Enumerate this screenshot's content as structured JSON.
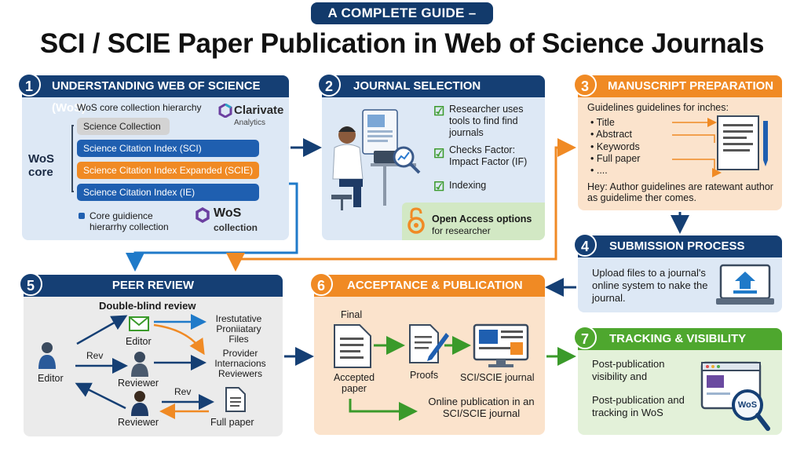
{
  "header": {
    "badge": "A COMPLETE GUIDE –",
    "title": "SCI / SCIE Paper Publication in Web of Science Journals"
  },
  "step1": {
    "number": "1",
    "title": "UNDERSTANDING WEB OF SCIENCE (WoS)",
    "hierarchy_label": "WoS core collection hierarchy",
    "core_label": "WoS core",
    "items": [
      "Science Collection",
      "Science Citation Index (SCI)",
      "Science Citation Index Expanded (SCIE)",
      "Science Citation Index (IE)"
    ],
    "legend": "Core guidience hierarrhy collection",
    "clarivate_name": "Clarivate",
    "clarivate_sub": "Analytics",
    "wos_logo": "WoS",
    "wos_logo_sub": "collection"
  },
  "step2": {
    "number": "2",
    "title": "JOURNAL SELECTION",
    "checks": [
      "Researcher uses tools to find find journals",
      "Checks Factor: Impact Factor (IF)",
      "Indexing"
    ],
    "open_access_title": "Open Access options",
    "open_access_sub": "for researcher"
  },
  "step3": {
    "number": "3",
    "title": "MANUSCRIPT PREPARATION",
    "intro": "Guidelines guidelines for inches:",
    "items": [
      "• Title",
      "• Abstract",
      "• Keywords",
      "• Full paper",
      "• ...."
    ],
    "note": "Hey: Author guidelines are ratewant author as guidelime ther comes."
  },
  "step4": {
    "number": "4",
    "title": "SUBMISSION PROCESS",
    "text": "Upload files to a journal's online system to nake the journal."
  },
  "step5": {
    "number": "5",
    "title": "PEER REVIEW",
    "subtitle": "Double-blind review",
    "editor_left": "Editor",
    "editor_top": "Editor",
    "reviewer_mid": "Reviewer",
    "reviewer_bottom": "Reviewer",
    "rev1": "Rev",
    "rev2": "Rev",
    "files": "Irestutative Proniiatary Files",
    "provider": "Provider Internacions Reviewers",
    "full_paper": "Full paper"
  },
  "step6": {
    "number": "6",
    "title": "ACCEPTANCE & PUBLICATION",
    "final": "Final",
    "accepted": "Accepted paper",
    "proofs": "Proofs",
    "journal": "SCI/SCIE journal",
    "online": "Online publication in an SCI/SCIE journal"
  },
  "step7": {
    "number": "7",
    "title": "TRACKING & VISIBILITY",
    "text1": "Post-publication visibility and",
    "text2": "Post-publication and tracking in WoS",
    "badge": "WoS"
  },
  "colors": {
    "navy": "#153f74",
    "blue": "#1f5fb0",
    "orange": "#f08a24",
    "green": "#4ea72e"
  }
}
